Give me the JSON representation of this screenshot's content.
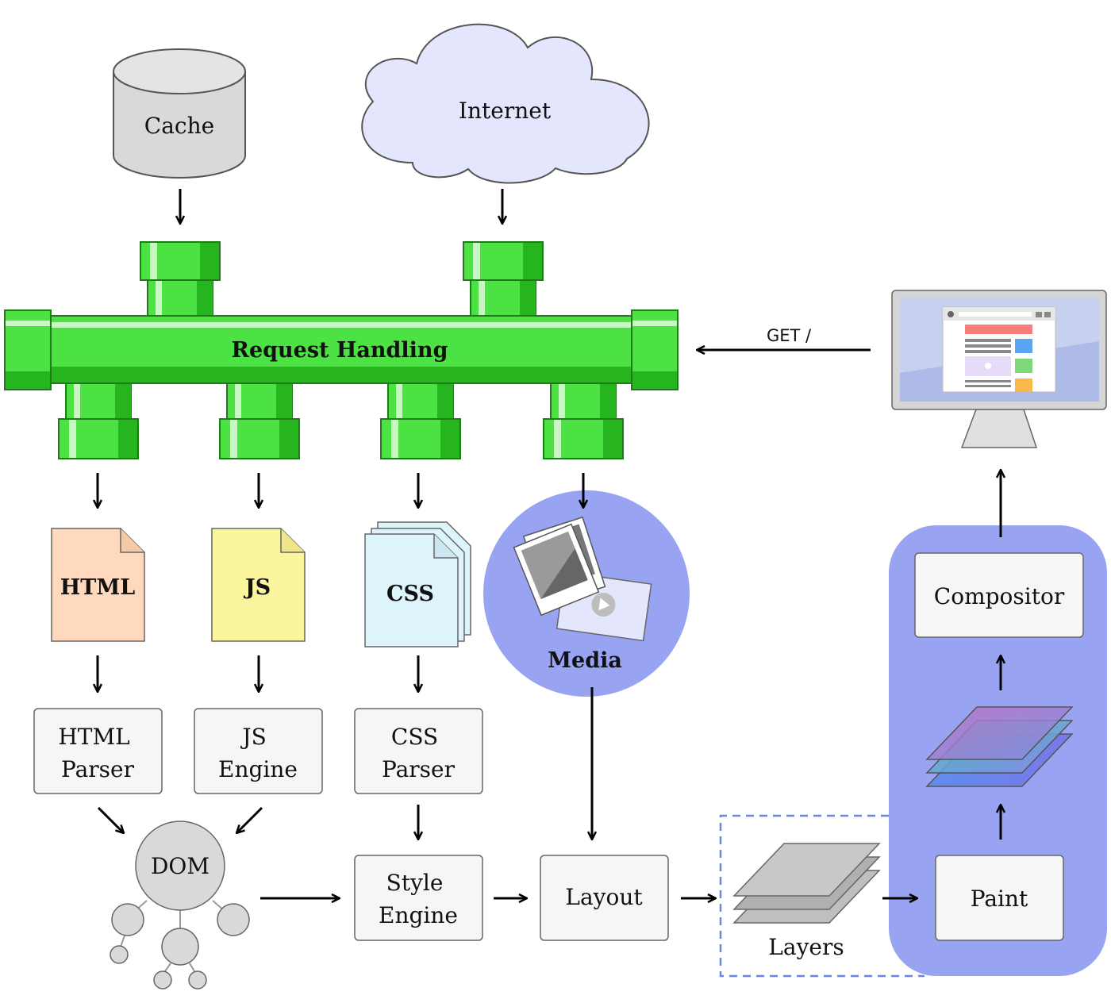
{
  "colors": {
    "pipe": "#4ce244",
    "pipe_dark": "#27b51f",
    "pipe_stroke": "#1f7a1a",
    "highlight": "#98a3f2",
    "html_doc": "#ffd9bd",
    "js_doc": "#fbf59d",
    "css_doc": "#def4fb",
    "cache": "#d9d9d9",
    "cloud": "#e4e6fd",
    "box": "#f6f6f6"
  },
  "sources": {
    "cache": "Cache",
    "internet": "Internet"
  },
  "pipeline": {
    "request_handling": "Request Handling",
    "get_request": "GET /"
  },
  "resources": {
    "html": "HTML",
    "js": "JS",
    "css": "CSS",
    "media": "Media"
  },
  "processors": {
    "html_parser": [
      "HTML",
      "Parser"
    ],
    "js_engine": [
      "JS",
      "Engine"
    ],
    "css_parser": [
      "CSS",
      "Parser"
    ],
    "style_engine": [
      "Style",
      "Engine"
    ],
    "layout": "Layout",
    "paint": "Paint",
    "compositor": "Compositor",
    "dom": "DOM",
    "layers": "Layers"
  },
  "icons": {
    "cache": "database-icon",
    "internet": "cloud-icon",
    "media": "photos-icon",
    "layers": "layers-icon",
    "display": "monitor-icon",
    "composited_layers": "color-layers-icon"
  }
}
